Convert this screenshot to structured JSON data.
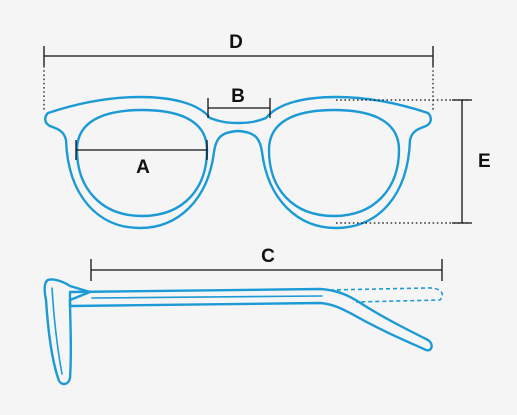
{
  "diagram": {
    "labels": {
      "lens_width": "A",
      "bridge_width": "B",
      "temple_length": "C",
      "frame_width": "D",
      "lens_height": "E"
    },
    "colors": {
      "background": "#f5f5f5",
      "frame_stroke": "#1b9ad6",
      "dimension_lines": "#111111"
    }
  }
}
